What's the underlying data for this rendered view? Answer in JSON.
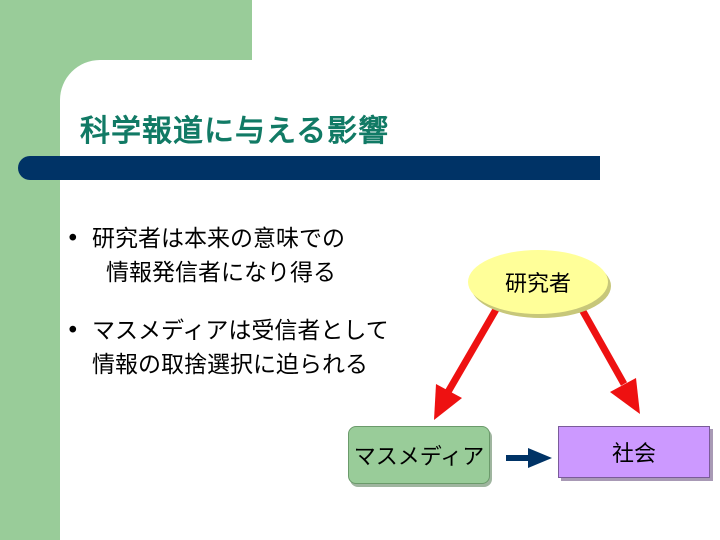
{
  "slide": {
    "title": "科学報道に与える影響",
    "bullets": [
      {
        "line1": "研究者は本来の意味での",
        "line2": "情報発信者になり得る"
      },
      {
        "line1": "マスメディアは受信者として",
        "line2": "情報の取捨選択に迫られる"
      }
    ]
  },
  "diagram": {
    "nodes": {
      "researcher": "研究者",
      "media": "マスメディア",
      "society": "社会"
    },
    "colors": {
      "researcher_fill": "#ffff99",
      "media_fill": "#99cc99",
      "society_fill": "#cc99ff",
      "red_arrow": "#ee1111",
      "navy_arrow": "#003366"
    }
  }
}
